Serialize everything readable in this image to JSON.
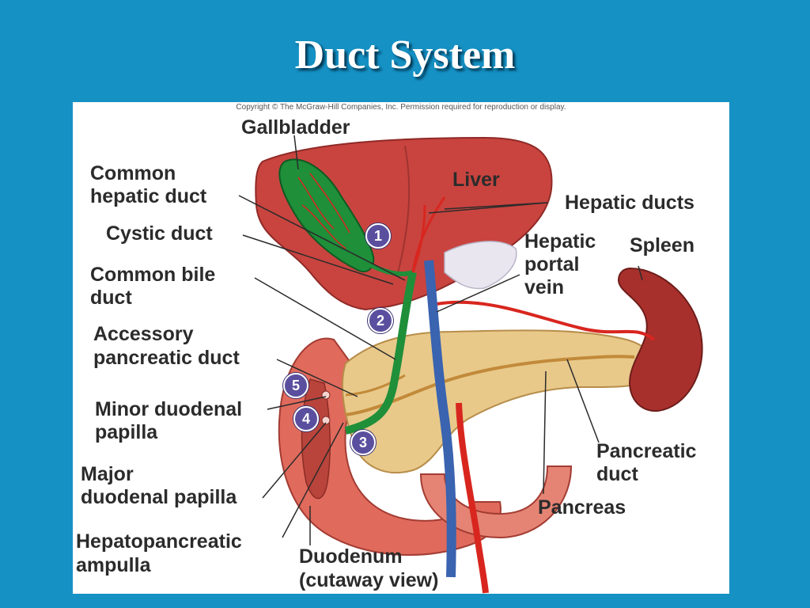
{
  "slide": {
    "title": "Duct System",
    "background_color": "#1591c4"
  },
  "figure": {
    "copyright": "Copyright © The McGraw-Hill Companies, Inc. Permission required for reproduction or display.",
    "labels": {
      "gallbladder": "Gallbladder",
      "common_hepatic_duct_l1": "Common",
      "common_hepatic_duct_l2": "hepatic duct",
      "cystic_duct": "Cystic duct",
      "common_bile_duct_l1": "Common bile",
      "common_bile_duct_l2": "duct",
      "accessory_pancreatic_duct_l1": "Accessory",
      "accessory_pancreatic_duct_l2": "pancreatic duct",
      "minor_duodenal_papilla_l1": "Minor duodenal",
      "minor_duodenal_papilla_l2": "papilla",
      "major_duodenal_papilla_l1": "Major",
      "major_duodenal_papilla_l2": "duodenal papilla",
      "hepatopancreatic_ampulla_l1": "Hepatopancreatic",
      "hepatopancreatic_ampulla_l2": "ampulla",
      "liver": "Liver",
      "hepatic_ducts": "Hepatic ducts",
      "hepatic_portal_vein_l1": "Hepatic",
      "hepatic_portal_vein_l2": "portal",
      "hepatic_portal_vein_l3": "vein",
      "spleen": "Spleen",
      "pancreatic_duct_l1": "Pancreatic",
      "pancreatic_duct_l2": "duct",
      "pancreas": "Pancreas",
      "duodenum_l1": "Duodenum",
      "duodenum_l2": "(cutaway view)"
    },
    "markers": [
      "1",
      "2",
      "3",
      "4",
      "5"
    ],
    "colors": {
      "liver": "#c9443f",
      "gallbladder": "#1f8f3a",
      "pancreas": "#e8c98a",
      "duodenum": "#e06a5c",
      "spleen": "#a8302c",
      "vein": "#3a63b0",
      "artery": "#d8261f",
      "marker": "#5a4f9e"
    }
  }
}
